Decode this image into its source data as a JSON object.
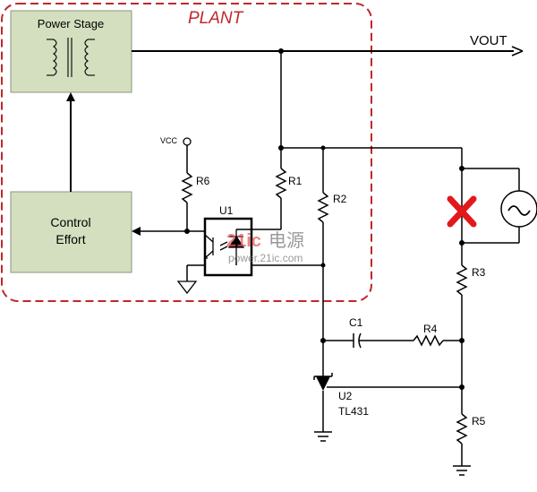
{
  "plant_label": "PLANT",
  "blocks": {
    "power_stage": "Power Stage",
    "control_line1": "Control",
    "control_line2": "Effort"
  },
  "output_label": "VOUT",
  "vcc_label": "VCC",
  "components": {
    "r1": "R1",
    "r2": "R2",
    "r3": "R3",
    "r4": "R4",
    "r5": "R5",
    "r6": "R6",
    "c1": "C1",
    "u1": "U1",
    "u2": "U2",
    "u2_part": "TL431"
  },
  "watermark": {
    "line1_brand": "21ic",
    "line1_cn": "电源",
    "line2": "power.21ic.com"
  },
  "colors": {
    "plant_border": "#c0282a",
    "block_fill": "#d4dfbf",
    "block_border": "#8b9682",
    "x_mark": "#e2191c",
    "wire": "#000000"
  }
}
